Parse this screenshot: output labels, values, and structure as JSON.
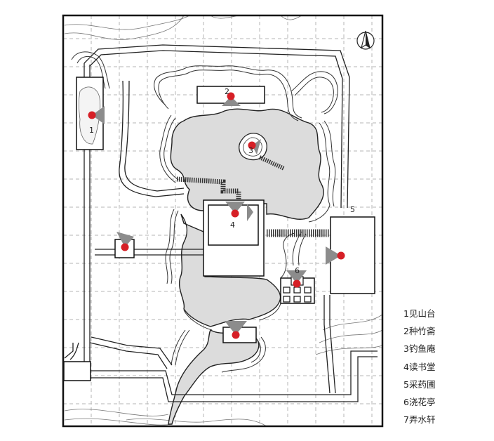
{
  "north_arrow_letter": "N",
  "site_labels": [
    "1",
    "2",
    "3",
    "4",
    "5",
    "6"
  ],
  "legend": [
    {
      "num": "1",
      "name": "见山台"
    },
    {
      "num": "2",
      "name": "种竹斋"
    },
    {
      "num": "3",
      "name": "钓鱼庵"
    },
    {
      "num": "4",
      "name": "读书堂"
    },
    {
      "num": "5",
      "name": "采药圃"
    },
    {
      "num": "6",
      "name": "浇花亭"
    },
    {
      "num": "7",
      "name": "弄水轩"
    }
  ],
  "colors": {
    "water": "#dcdcdc",
    "marker": "#d61f26",
    "viewpoint": "#8c8c8c",
    "grid": "#b5b5b5",
    "line": "#222222"
  },
  "icons": [
    "north-arrow-icon",
    "location-marker-icon",
    "view-direction-icon"
  ]
}
